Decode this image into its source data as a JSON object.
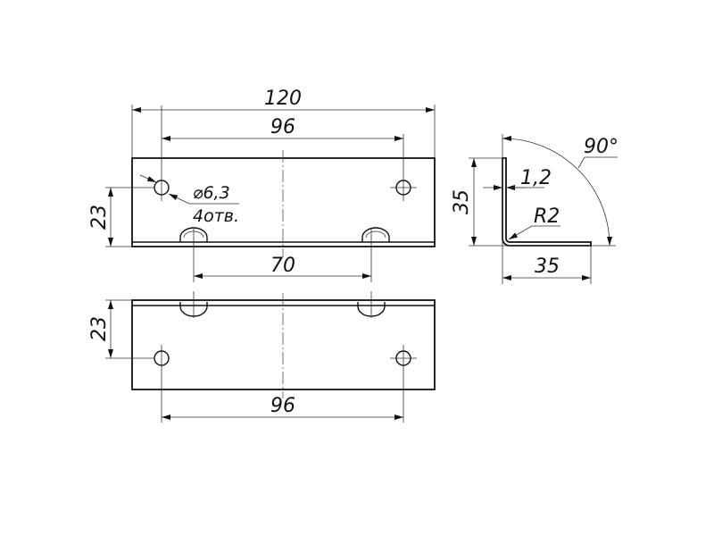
{
  "drawing": {
    "top_view": {
      "overall_length": "120",
      "hole_spacing": "96",
      "slot_spacing": "70",
      "hole_height": "23",
      "hole_diameter": "⌀6,3",
      "hole_count": "4отв."
    },
    "bottom_view": {
      "hole_height": "23",
      "hole_spacing": "96"
    },
    "side_view": {
      "leg_height": "35",
      "leg_width": "35",
      "thickness": "1,2",
      "bend_radius": "R2",
      "angle": "90°"
    }
  }
}
